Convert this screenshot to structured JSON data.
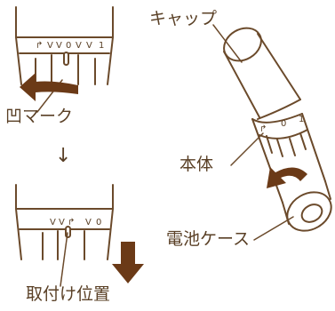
{
  "labels": {
    "cap": "キャップ",
    "recess_mark": "凹マーク",
    "body": "本体",
    "battery_case": "電池ケース",
    "install_position": "取付け位置"
  },
  "dial_marks_top": [
    "↱",
    "V",
    "V",
    "0",
    "V",
    "V",
    "1"
  ],
  "dial_marks_bottom": [
    "V",
    "V",
    "↱",
    "V",
    "0"
  ],
  "dial_marks_right": [
    "↱",
    "0",
    "1"
  ],
  "step_arrow": "↓",
  "colors": {
    "line": "#6b4a2b",
    "arrow": "#6b3a17",
    "text": "#5a4026",
    "background": "#ffffff"
  }
}
